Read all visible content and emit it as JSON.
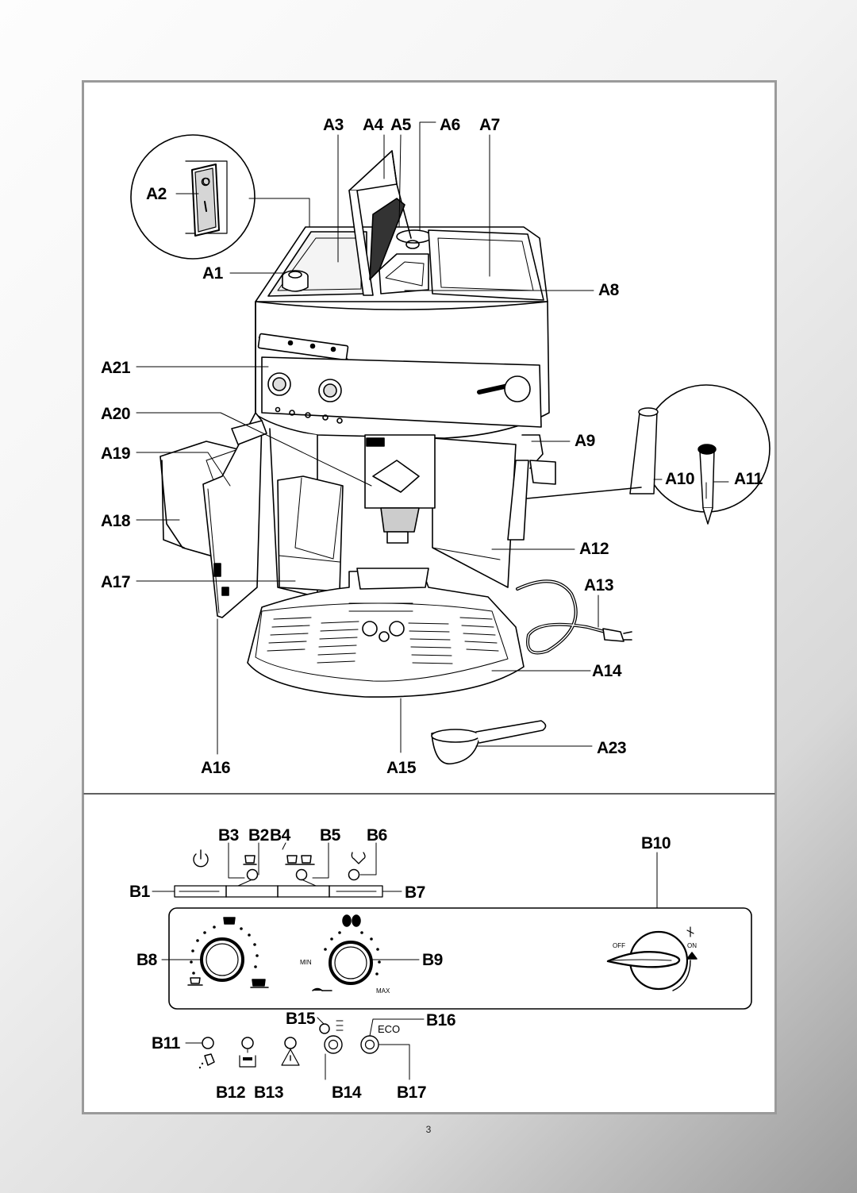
{
  "page_number": "3",
  "part_a_labels": {
    "a1": "A1",
    "a2": "A2",
    "a3": "A3",
    "a4": "A4",
    "a5": "A5",
    "a6": "A6",
    "a7": "A7",
    "a8": "A8",
    "a9": "A9",
    "a10": "A10",
    "a11": "A11",
    "a12": "A12",
    "a13": "A13",
    "a14": "A14",
    "a15": "A15",
    "a16": "A16",
    "a17": "A17",
    "a18": "A18",
    "a19": "A19",
    "a20": "A20",
    "a21": "A21",
    "a23": "A23"
  },
  "part_b_labels": {
    "b1": "B1",
    "b2": "B2",
    "b3": "B3",
    "b4": "B4",
    "b5": "B5",
    "b6": "B6",
    "b7": "B7",
    "b8": "B8",
    "b9": "B9",
    "b10": "B10",
    "b11": "B11",
    "b12": "B12",
    "b13": "B13",
    "b14": "B14",
    "b15": "B15",
    "b16": "B16",
    "b17": "B17"
  },
  "switch_marks": {
    "off": "O",
    "on": "I"
  },
  "panel_text": {
    "min": "MIN",
    "max": "MAX",
    "off": "OFF",
    "on": "ON",
    "eco": "ECO"
  }
}
